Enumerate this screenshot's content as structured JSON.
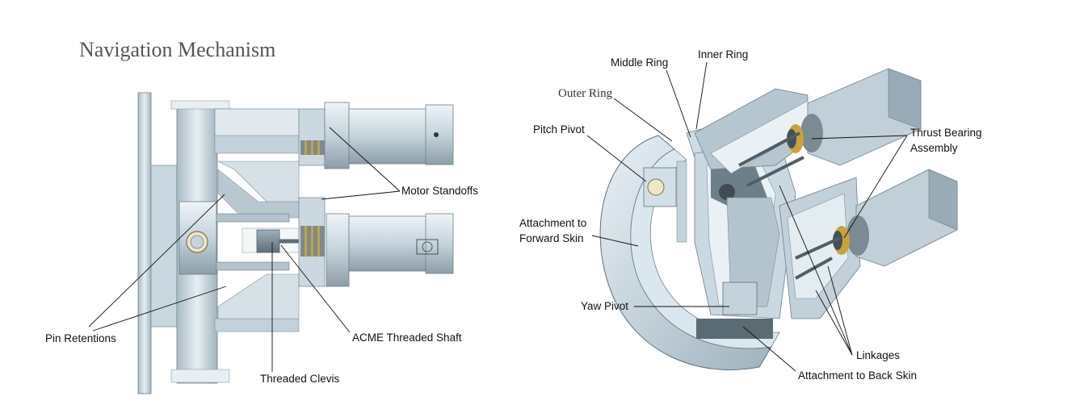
{
  "title": "Navigation Mechanism",
  "left_labels": {
    "motor_standoffs": "Motor Standoffs",
    "pin_retentions": "Pin Retentions",
    "acme_shaft": "ACME Threaded Shaft",
    "threaded_clevis": "Threaded Clevis"
  },
  "right_labels": {
    "middle_ring": "Middle Ring",
    "inner_ring": "Inner Ring",
    "outer_ring": "Outer Ring",
    "pitch_pivot": "Pitch Pivot",
    "thrust_bearing_1": "Thrust Bearing",
    "thrust_bearing_2": "Assembly",
    "attach_forward_1": "Attachment to",
    "attach_forward_2": "Forward Skin",
    "yaw_pivot": "Yaw Pivot",
    "linkages": "Linkages",
    "attach_back": "Attachment to Back Skin"
  },
  "colors": {
    "metal_light": "#dfe9ef",
    "metal_mid": "#b9c9d3",
    "metal_dark": "#7f929e",
    "motor": "#c7d6df",
    "bearing_gold": "#c9a23a"
  }
}
